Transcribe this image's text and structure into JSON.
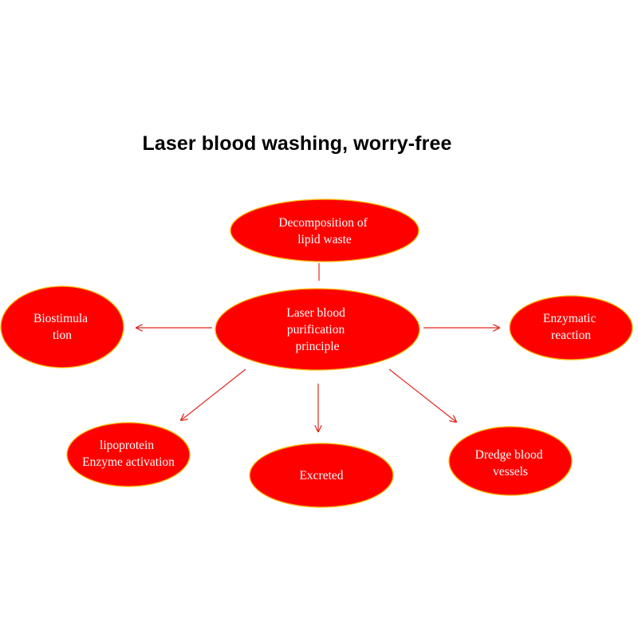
{
  "title": "Laser blood washing, worry-free",
  "colors": {
    "node_fill": "#fe0000",
    "node_border": "#f5b800",
    "arrow": "#e0281c",
    "text": "#ffffff"
  },
  "nodes": {
    "center": [
      "Laser blood",
      "purification",
      "principle"
    ],
    "top": [
      "Decomposition of",
      "lipid waste"
    ],
    "left": [
      "Biostimula",
      "tion"
    ],
    "right": [
      "Enzymatic",
      "reaction"
    ],
    "bottom_left": [
      "lipoprotein",
      "Enzyme activation"
    ],
    "bottom": [
      "Excreted"
    ],
    "bottom_right": [
      "Dredge blood",
      "vessels"
    ]
  }
}
